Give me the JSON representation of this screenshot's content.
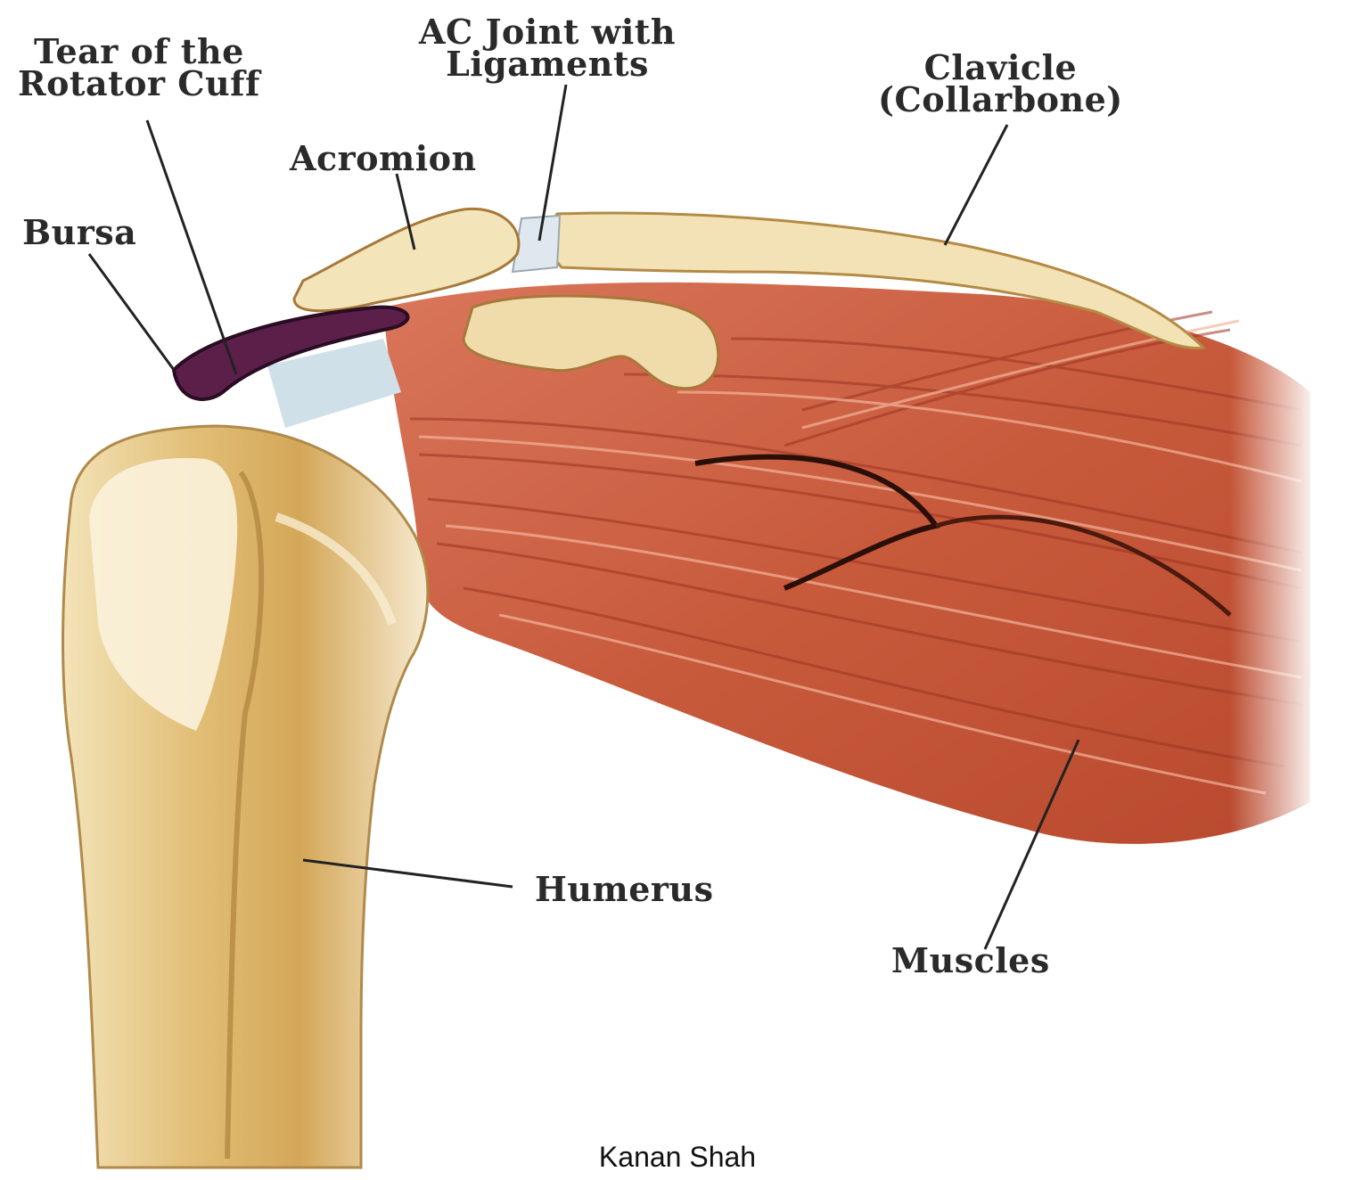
{
  "labels": {
    "rotator_cuff_tear": [
      "Tear of the",
      "Rotator Cuff"
    ],
    "ac_joint": [
      "AC Joint with",
      "Ligaments"
    ],
    "clavicle": [
      "Clavicle",
      "(Collarbone)"
    ],
    "acromion": "Acromion",
    "bursa": "Bursa",
    "humerus": "Humerus",
    "muscles": "Muscles"
  },
  "credit": "Kanan Shah",
  "colors": {
    "bone": "#f1dfb3",
    "bone_shadow": "#c9a25a",
    "muscle": "#c85a3c",
    "muscle_dark": "#8e2e1c",
    "muscle_light": "#e8977a",
    "tendon": "#cfe0e8",
    "bursa": "#5b1f4a",
    "leader_line": "#222222"
  }
}
